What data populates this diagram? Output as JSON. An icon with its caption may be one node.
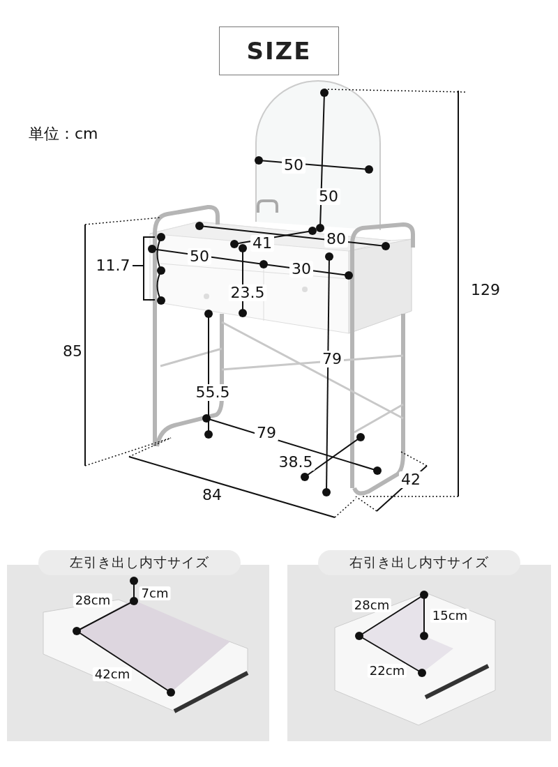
{
  "diagram": {
    "nodes": [
      {
        "text": [
          "SIZE"
        ]
      },
      {
        "text": [
          "左引き出し内寸サイズ"
        ]
      },
      {
        "text": [
          "右引き出し内寸サイズ"
        ]
      }
    ],
    "labels": [
      "単位：cm",
      "50",
      "50",
      "41",
      "80",
      "11.7",
      "50",
      "30",
      "23.5",
      "129",
      "85",
      "79",
      "55.5",
      "79",
      "38.5",
      "42",
      "84",
      "28cm",
      "7cm",
      "42cm",
      "28cm",
      "15cm",
      "22cm"
    ]
  }
}
